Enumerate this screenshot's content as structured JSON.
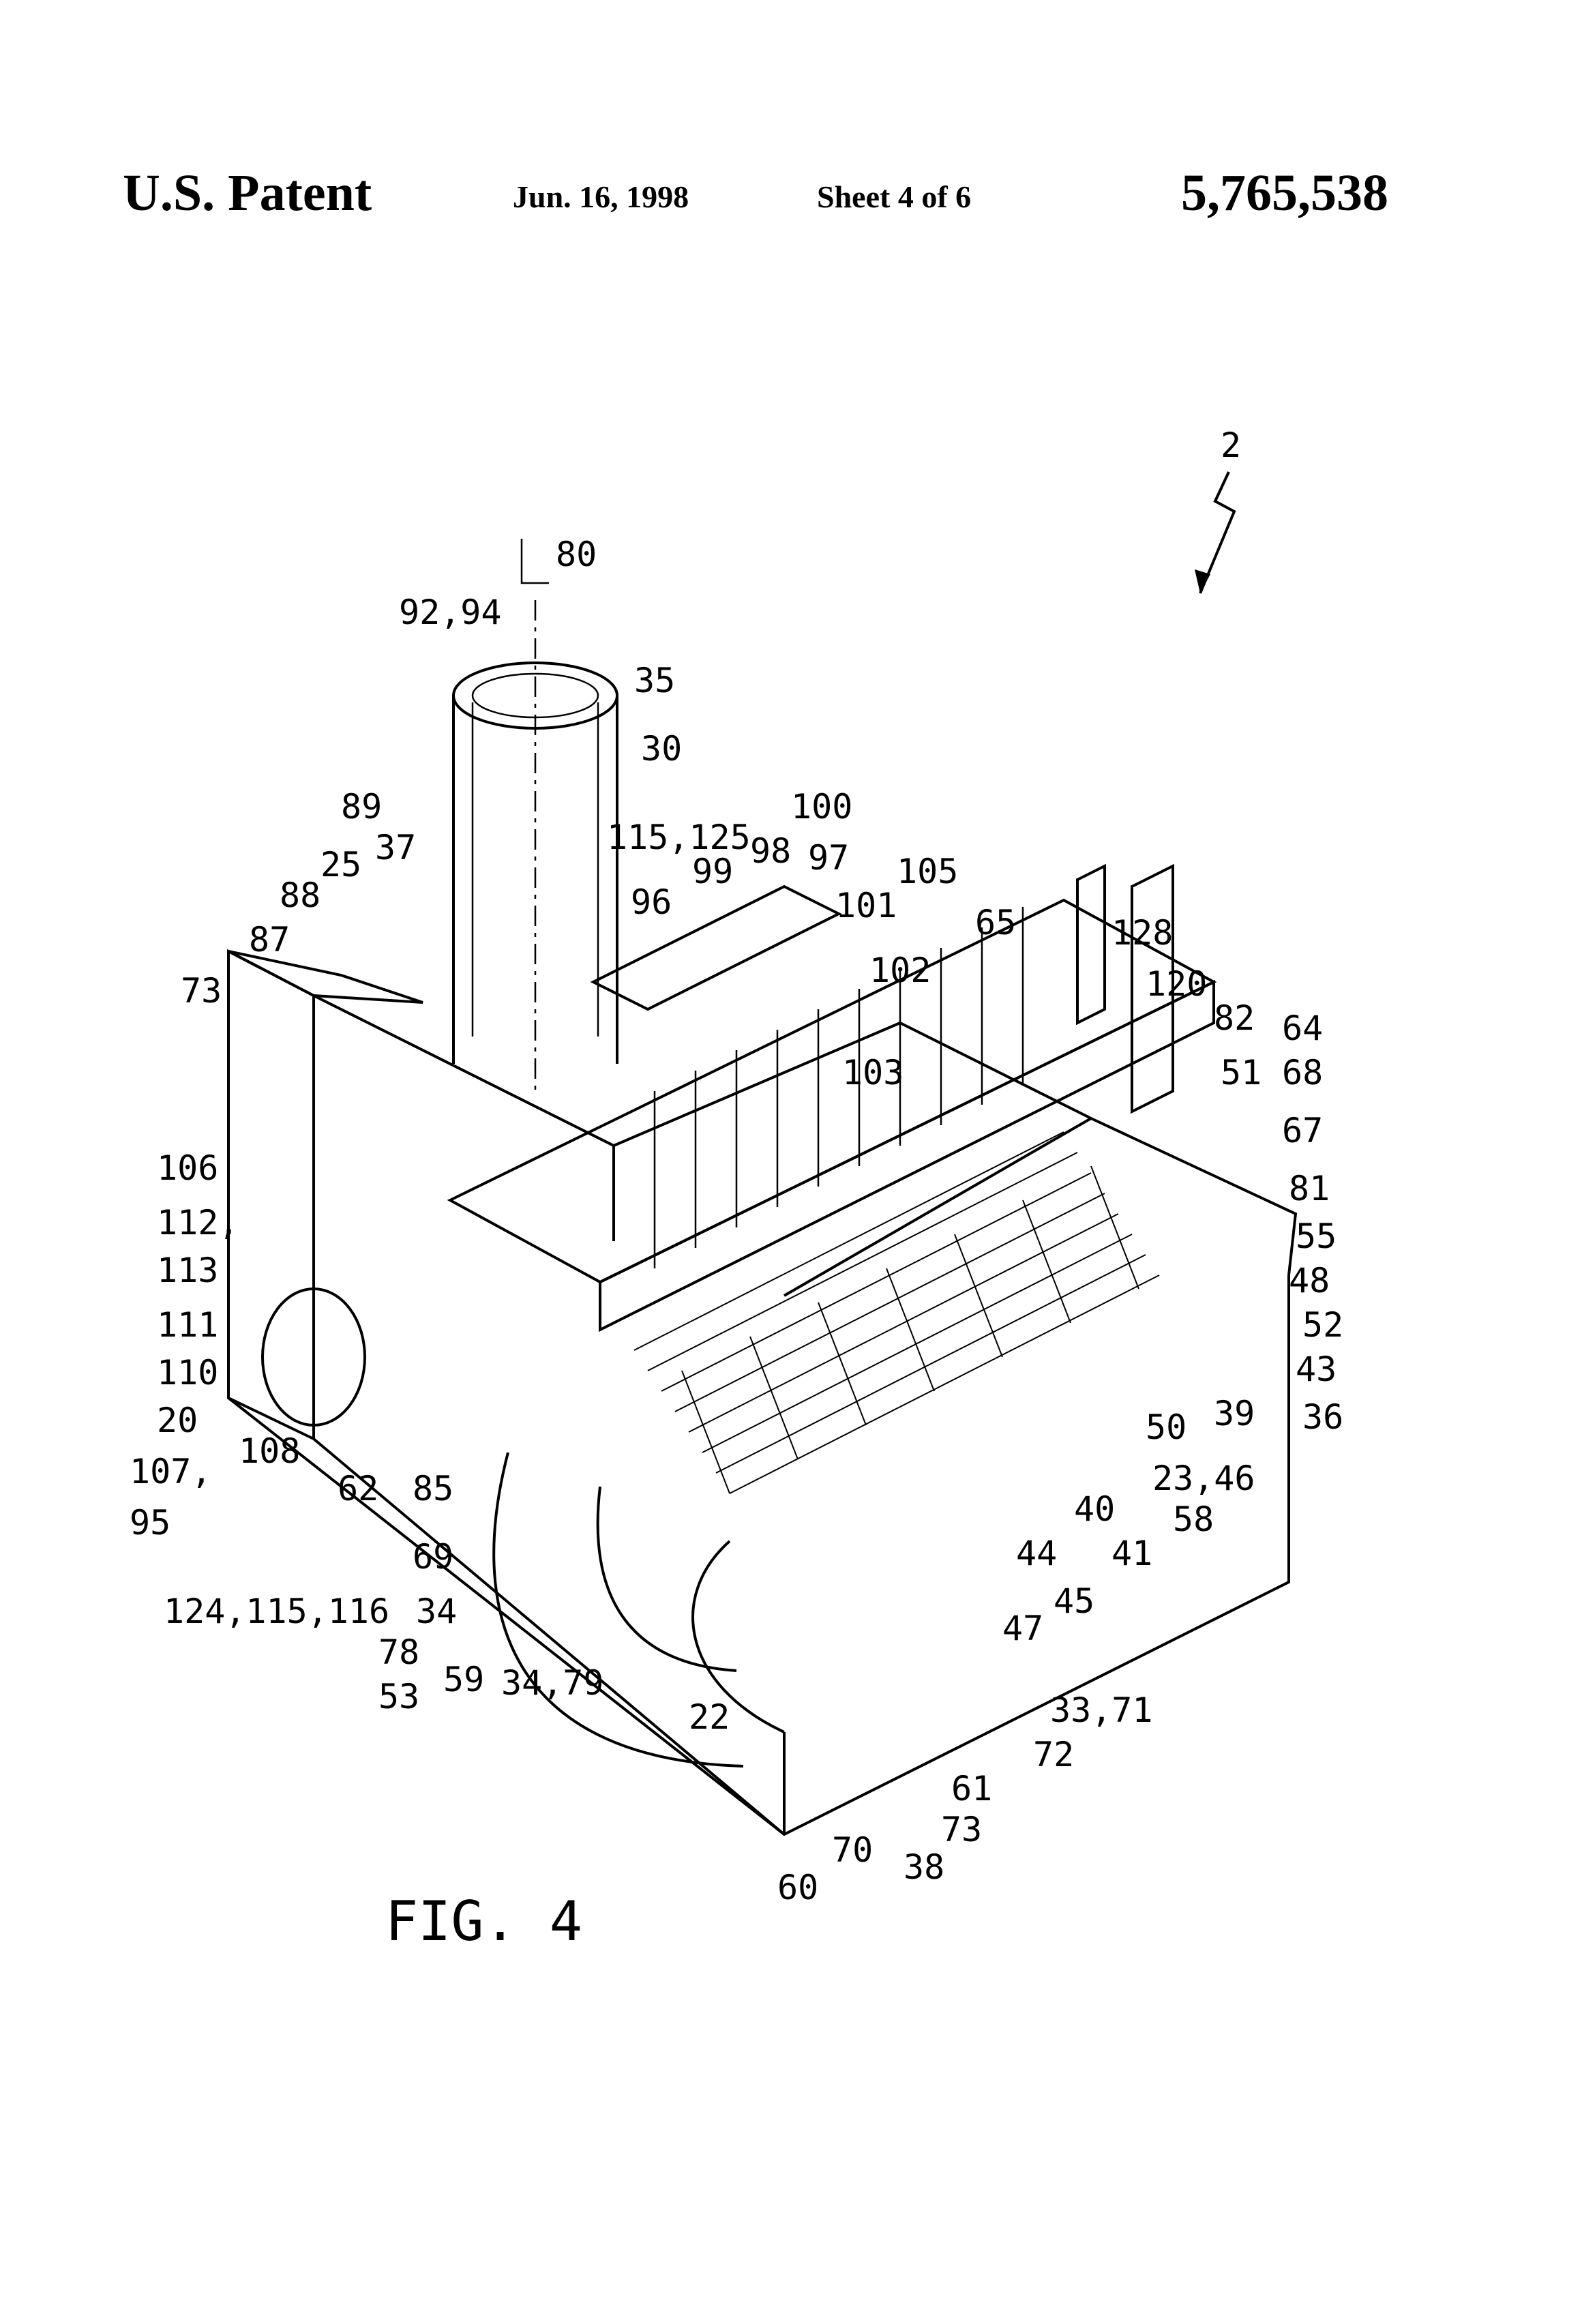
{
  "header": {
    "left": "U.S. Patent",
    "date": "Jun. 16, 1998",
    "sheet": "Sheet 4 of 6",
    "number": "5,765,538"
  },
  "figure": {
    "caption": "FIG. 4",
    "labels": [
      "2",
      "80",
      "92,94",
      "35",
      "30",
      "100",
      "89",
      "37",
      "25",
      "115,125",
      "98",
      "97",
      "105",
      "88",
      "99",
      "96",
      "101",
      "65",
      "87",
      "102",
      "128",
      "73",
      "120",
      "82",
      "64",
      "103",
      "51",
      "68",
      "67",
      "106",
      "81",
      "55",
      "112,",
      "113",
      "48",
      "111",
      "52",
      "110",
      "43",
      "20",
      "36",
      "39",
      "50",
      "108",
      "107,",
      "23,46",
      "95",
      "62",
      "85",
      "58",
      "40",
      "41",
      "69",
      "44",
      "34",
      "45",
      "124,115,116",
      "47",
      "78",
      "53",
      "59",
      "34,79",
      "22",
      "33,71",
      "72",
      "61",
      "73",
      "70",
      "38",
      "60"
    ]
  }
}
